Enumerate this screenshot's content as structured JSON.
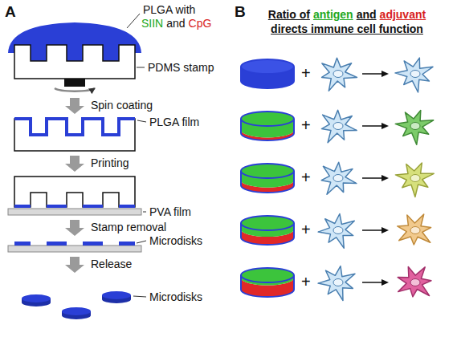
{
  "diagram": {
    "labels": [
      "A",
      "PLGA with",
      "SIIN",
      "and",
      "CpG",
      "PDMS stamp",
      "Spin coating",
      "PLGA film",
      "Printing",
      "PVA film",
      "Stamp removal",
      "Microdisks",
      "Release",
      "Microdisks",
      "B",
      "Ratio of",
      "antigen",
      "and",
      "adjuvant",
      "directs immune cell function",
      "+",
      "+",
      "+",
      "+",
      "+"
    ]
  }
}
